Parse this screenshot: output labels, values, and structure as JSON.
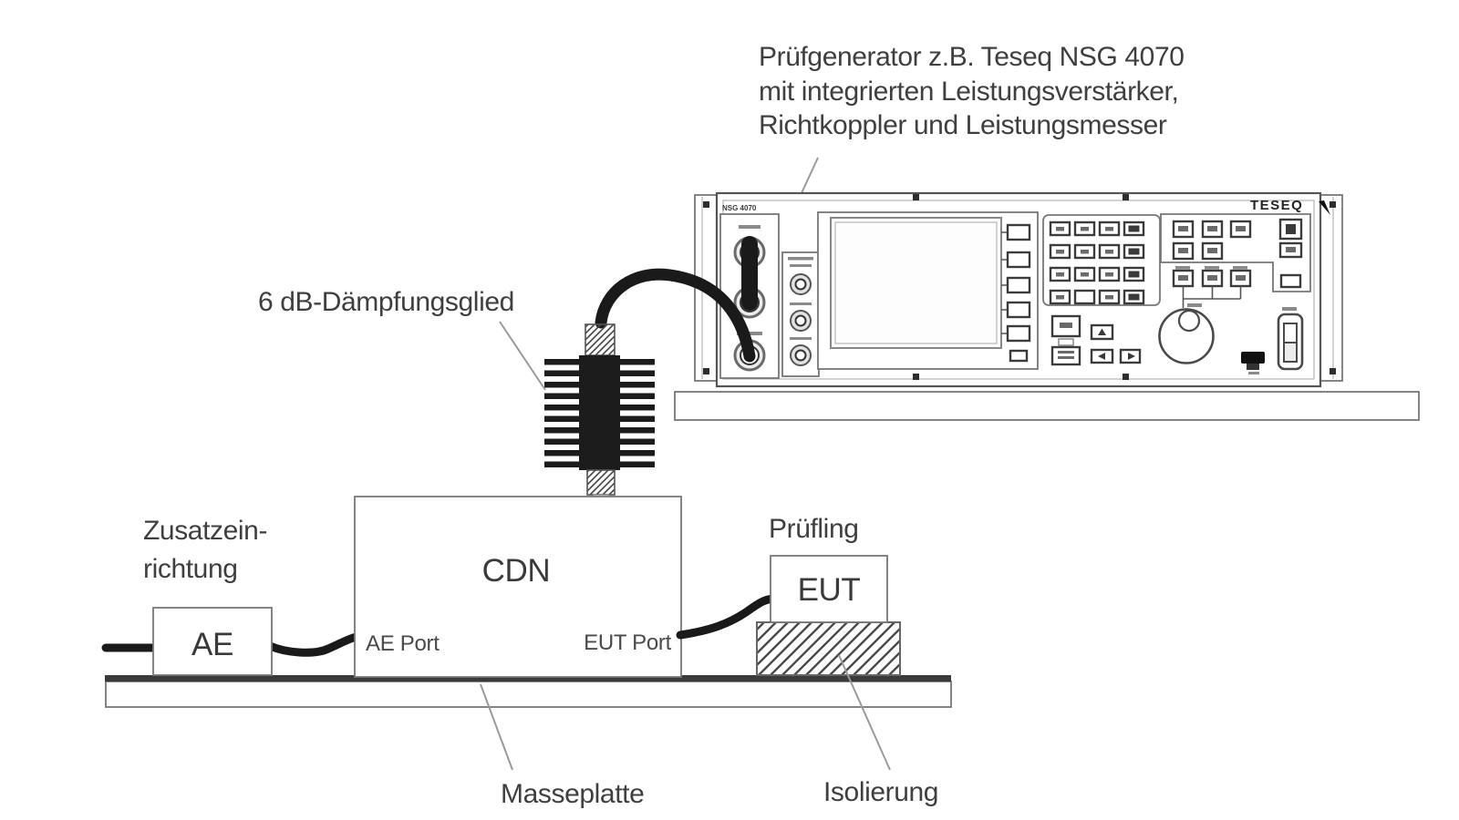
{
  "diagram": {
    "note": {
      "line1": "Prüfgenerator z.B. Teseq NSG 4070",
      "line2": "mit integrierten Leistungsverstärker,",
      "line3": "Richtkoppler und Leistungsmesser"
    },
    "attenuator_label": "6 dB-Dämpfungsglied",
    "auxiliary_label_line1": "Zusatzein-",
    "auxiliary_label_line2": "richtung",
    "ae_box_label": "AE",
    "cdn_label": "CDN",
    "ae_port_label": "AE Port",
    "eut_port_label": "EUT Port",
    "dut_label": "Prüfling",
    "eut_box_label": "EUT",
    "ground_plate_label": "Masseplatte",
    "insulation_label": "Isolierung",
    "instrument": {
      "model": "NSG 4070",
      "brand": "TESEQ"
    },
    "colors": {
      "ink": "#3f3f3f",
      "outline": "#777777",
      "cable": "#1a1a1a",
      "ground_bar": "#3a3a3a"
    }
  }
}
